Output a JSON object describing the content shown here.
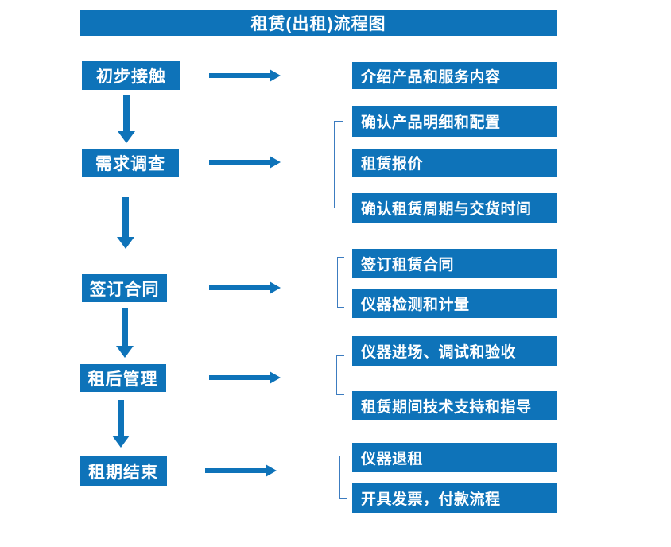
{
  "title": "租赁(出租)流程图",
  "colors": {
    "primary": "#0e73b9",
    "bracket": "#3c7cc0",
    "text_on_primary": "#ffffff",
    "background": "#ffffff"
  },
  "steps": [
    {
      "label": "初步接触",
      "outputs": [
        "介绍产品和服务内容"
      ]
    },
    {
      "label": "需求调查",
      "outputs": [
        "确认产品明细和配置",
        "租赁报价",
        "确认租赁周期与交货时间"
      ]
    },
    {
      "label": "签订合同",
      "outputs": [
        "签订租赁合同",
        "仪器检测和计量"
      ]
    },
    {
      "label": "租后管理",
      "outputs": [
        "仪器进场、调试和验收",
        "租赁期间技术支持和指导"
      ]
    },
    {
      "label": "租期结束",
      "outputs": [
        "仪器退租",
        "开具发票，付款流程"
      ]
    }
  ]
}
